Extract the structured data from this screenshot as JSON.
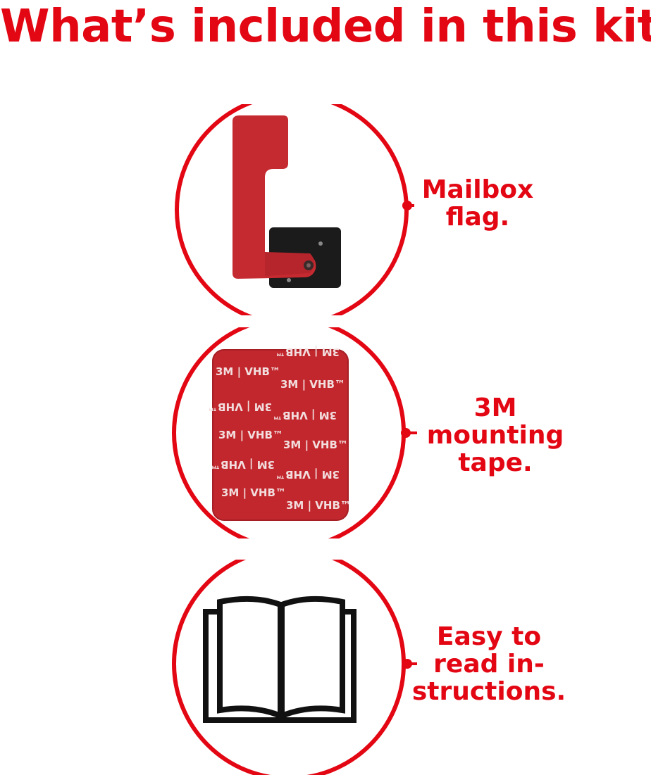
{
  "title": "What’s included in this kit:",
  "accent_color": "#e30613",
  "items": [
    {
      "icon": "mailbox-flag-image",
      "label_lines": [
        "Mailbox",
        "flag."
      ]
    },
    {
      "icon": "3m-vhb-tape-image",
      "label_lines": [
        "3M",
        "mounting",
        "tape."
      ],
      "tape_print": {
        "brand": "3M",
        "product": "VHB",
        "mark": "™"
      }
    },
    {
      "icon": "open-book-icon",
      "label_lines": [
        "Easy to",
        "read in-",
        "structions."
      ]
    }
  ]
}
